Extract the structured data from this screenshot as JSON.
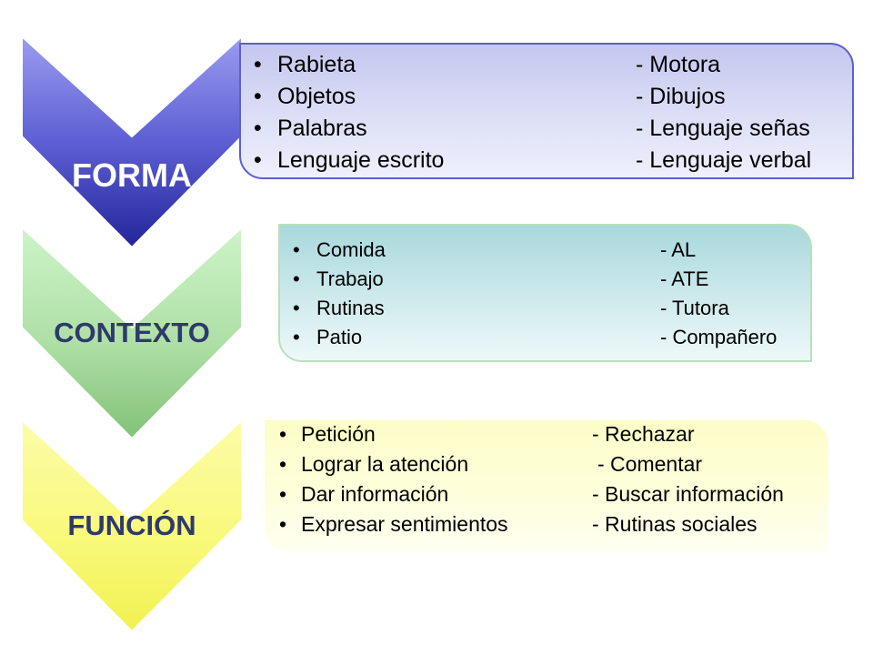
{
  "rows": [
    {
      "label": "FORMA",
      "items": [
        {
          "left": "Rabieta",
          "right": "- Motora"
        },
        {
          "left": "Objetos",
          "right": "- Dibujos"
        },
        {
          "left": "Palabras",
          "right": "- Lenguaje señas"
        },
        {
          "left": "Lenguaje escrito",
          "right": "- Lenguaje verbal"
        }
      ]
    },
    {
      "label": "CONTEXTO",
      "items": [
        {
          "left": "Comida",
          "right": "- AL"
        },
        {
          "left": "Trabajo",
          "right": "- ATE"
        },
        {
          "left": "Rutinas",
          "right": "- Tutora"
        },
        {
          "left": "Patio",
          "right": "- Compañero"
        }
      ]
    },
    {
      "label": "FUNCIÓN",
      "items": [
        {
          "left": "Petición",
          "right": "- Rechazar"
        },
        {
          "left": "Lograr la atención",
          "right": "- Comentar"
        },
        {
          "left": "Dar información",
          "right": "- Buscar información"
        },
        {
          "left": "Expresar sentimientos",
          "right": "- Rutinas sociales"
        }
      ]
    }
  ],
  "bullet": "•",
  "colors": {
    "forma_chevron_top": "#8f90ea",
    "forma_chevron_bottom": "#26289e",
    "contexto_chevron_top": "#c6f2c2",
    "contexto_chevron_bottom": "#85c47a",
    "funcion_chevron_top": "#fbfb9a",
    "funcion_chevron_bottom": "#f3f356"
  }
}
